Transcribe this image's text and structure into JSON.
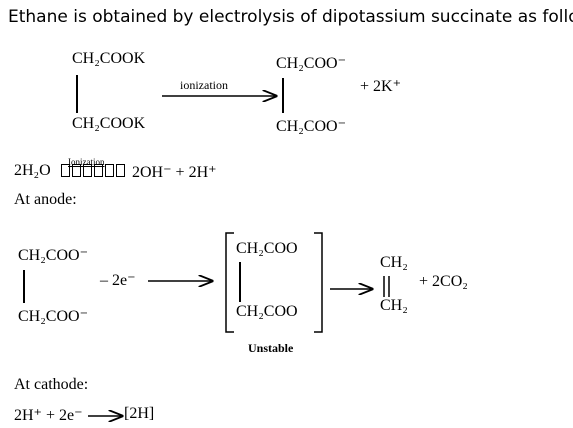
{
  "title": "Ethane is obtained by electrolysis of dipotassium succinate as follows",
  "reaction1": {
    "reactant_top": "CH₂COOK",
    "reactant_bottom": "CH₂COOK",
    "arrow_label": "ionization",
    "product_top": "CH₂COO⁻",
    "product_bottom": "CH₂COO⁻",
    "extra_product": "+ 2K⁺"
  },
  "water": {
    "reactant": "2H₂O",
    "arrow_label": "Ionization",
    "product": "2OH⁻ + 2H⁺"
  },
  "anode": {
    "label": "At anode:",
    "reactant_top": "CH₂COO⁻",
    "reactant_bottom": "CH₂COO⁻",
    "minus": "– 2e⁻",
    "bracket_top": "CH₂COO",
    "bracket_bottom": "CH₂COO",
    "unstable": "Unstable",
    "product_top": "CH₂",
    "product_bottom": "CH₂",
    "extra_product": "+ 2CO₂"
  },
  "cathode": {
    "label": "At cathode:",
    "equation_left": "2H⁺ + 2e⁻",
    "equation_right": "[2H]"
  }
}
